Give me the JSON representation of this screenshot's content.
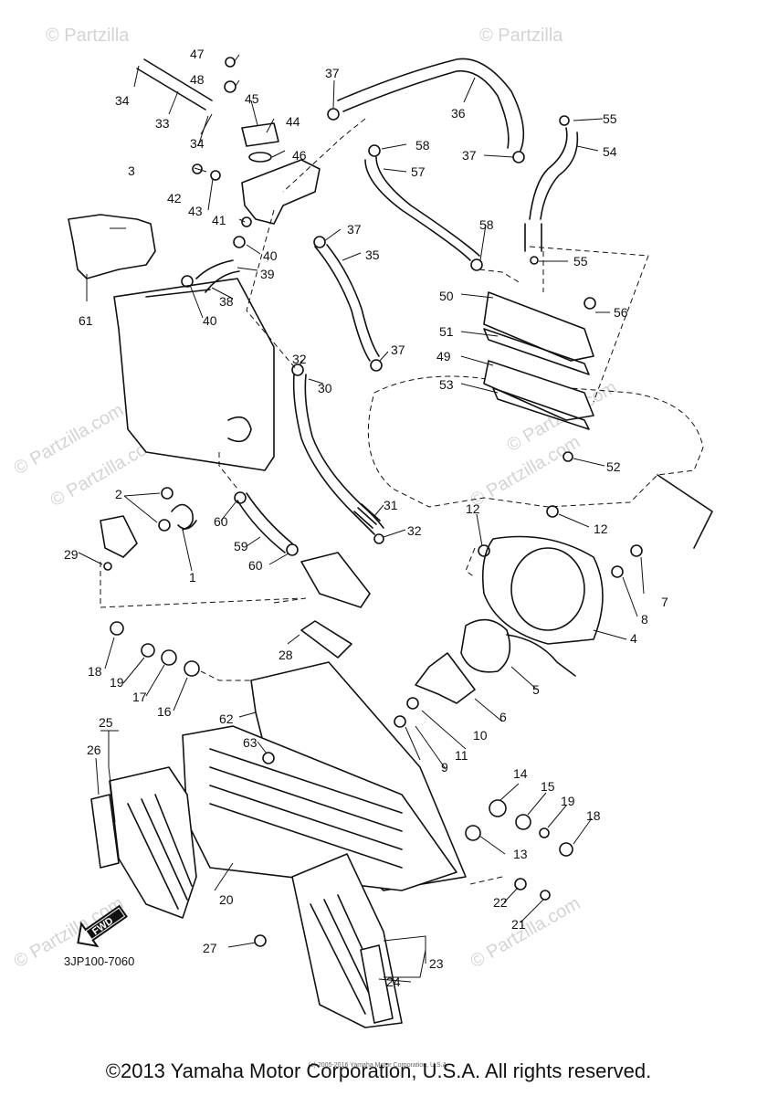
{
  "watermarks": [
    "© Partzilla",
    "© Partzilla",
    "© Partzilla.com",
    "© Partzilla.com",
    "© Partzilla.com",
    "© Partzilla.com",
    "© Partzilla.com",
    "© Partzilla.com"
  ],
  "callouts": [
    "1",
    "2",
    "3",
    "4",
    "5",
    "6",
    "7",
    "8",
    "9",
    "10",
    "11",
    "12",
    "12",
    "13",
    "14",
    "15",
    "16",
    "17",
    "18",
    "18",
    "19",
    "19",
    "20",
    "21",
    "22",
    "23",
    "24",
    "25",
    "26",
    "27",
    "28",
    "29",
    "30",
    "31",
    "32",
    "32",
    "33",
    "34",
    "34",
    "35",
    "36",
    "37",
    "37",
    "37",
    "37",
    "38",
    "39",
    "40",
    "40",
    "41",
    "42",
    "43",
    "44",
    "45",
    "46",
    "47",
    "48",
    "49",
    "50",
    "51",
    "52",
    "53",
    "54",
    "55",
    "55",
    "56",
    "57",
    "58",
    "58",
    "59",
    "60",
    "60",
    "61",
    "62",
    "63"
  ],
  "diagram_code": "3JP100-7060",
  "fwd_label": "FWD",
  "tiny_copyright": "(c) 2005-2016 Yamaha Motor Corporation, U.S.A.",
  "copyright": "©2013 Yamaha Motor Corporation, U.S.A. All rights reserved."
}
